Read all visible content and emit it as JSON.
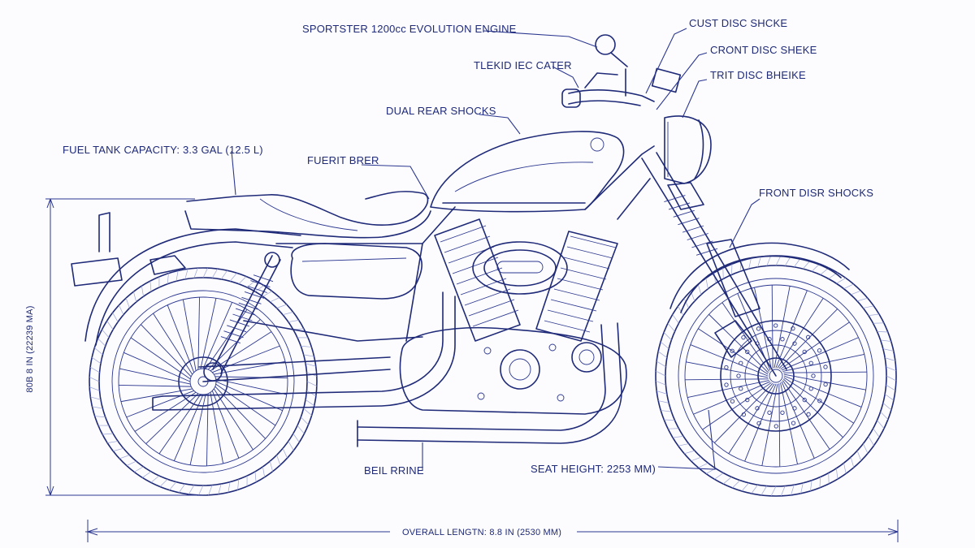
{
  "diagram": {
    "labels": {
      "engine": "SPORTSTER 1200cc EVOLUTION ENGINE",
      "gust_disc": "CUST DISC SHCKE",
      "telekid": "TLEKID IEC CATER",
      "cront_disc": "CRONT DISC SHEKE",
      "trit_disc": "TRIT DISC BHEIKE",
      "dual_rear": "DUAL REAR SHOCKS",
      "fuel_tank": "FUEL TANK CAPACITY: 3.3 GAL (12.5 L)",
      "fuerit": "FUERIT BRER",
      "front_disr": "FRONT DISR SHOCKS",
      "height_dim": "80B 8 IN (22239 MA)",
      "beil": "BEIL RRINE",
      "seat_height": "SEAT HEIGHT: 2253 MM)",
      "overall_length": "OVERALL LENGTN: 8.8 IN (2530 MM)"
    },
    "colors": {
      "ink": "#1f2a78",
      "paper": "#fcfcfe"
    }
  }
}
